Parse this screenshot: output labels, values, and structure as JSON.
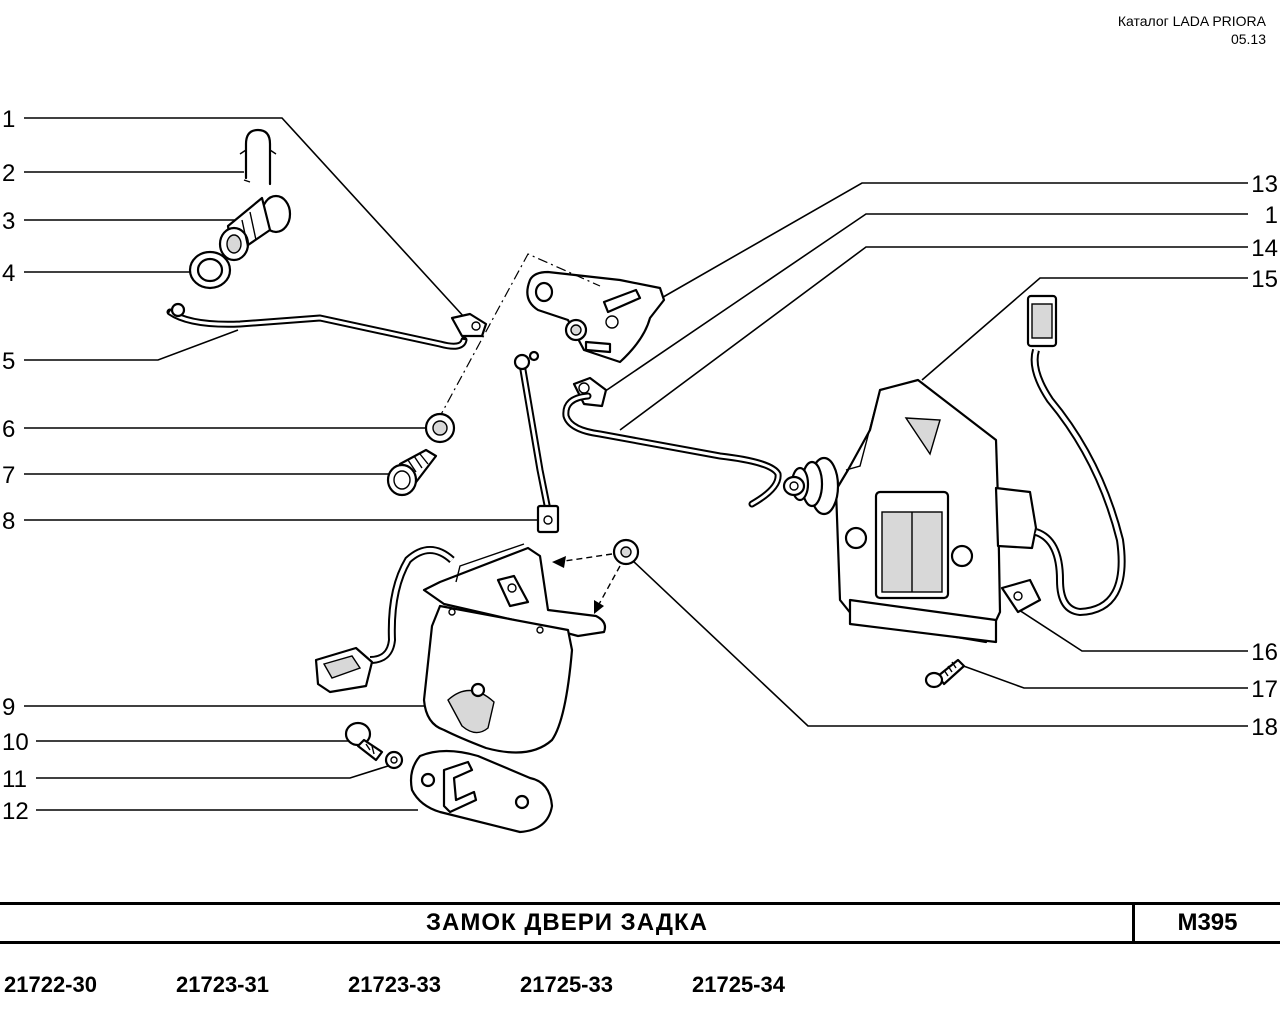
{
  "header": {
    "catalog": "Каталог  LADA  PRIORA",
    "date": "05.13"
  },
  "title": "ЗАМОК   ДВЕРИ   ЗАДКА",
  "code": "М395",
  "models": [
    "21722-30",
    "21723-31",
    "21723-33",
    "21725-33",
    "21725-34"
  ],
  "callouts_left": [
    "1",
    "2",
    "3",
    "4",
    "5",
    "6",
    "7",
    "8",
    "9",
    "10",
    "11",
    "12"
  ],
  "callouts_right": [
    "13",
    "1",
    "14",
    "15",
    "16",
    "17",
    "18"
  ]
}
